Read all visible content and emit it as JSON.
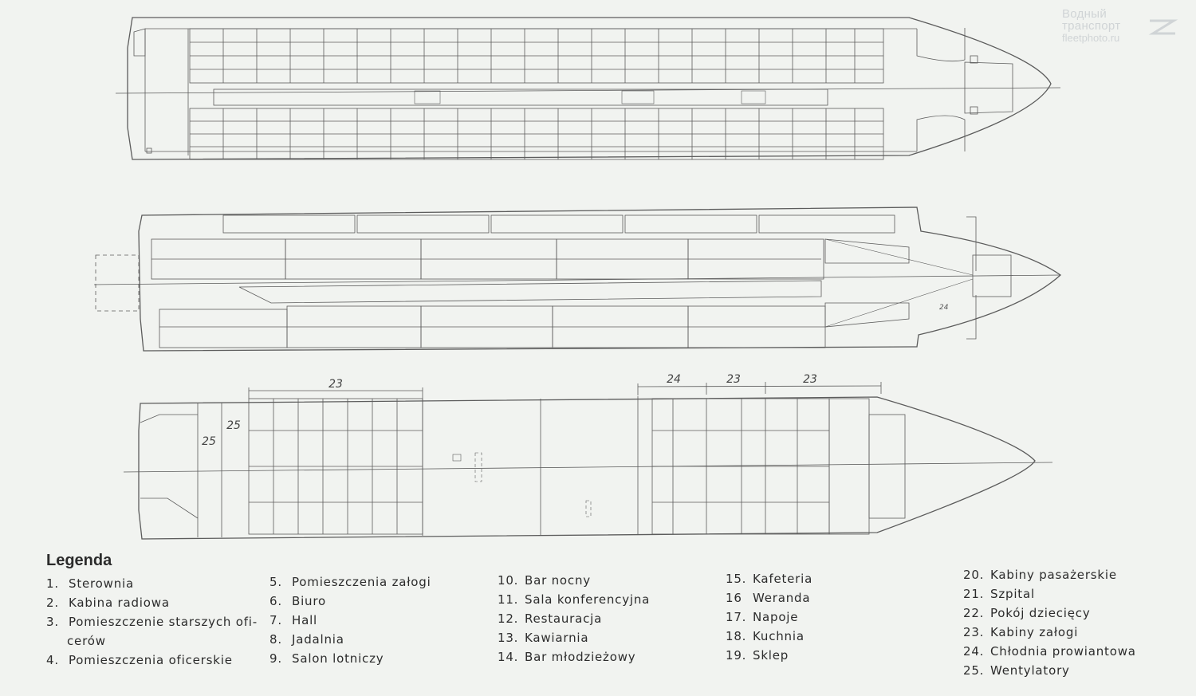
{
  "watermark": {
    "line1": "Водный",
    "line2": "транспорт",
    "site": "fleetphoto.ru"
  },
  "dimension_labels": {
    "crew_cabins_aft": "23",
    "cold_store": "24",
    "crew_cabins_fwd_1": "23",
    "crew_cabins_fwd_2": "23",
    "ventilators_1": "25",
    "ventilators_2": "25",
    "cold_store_deck2": "24"
  },
  "legend": {
    "title": "Legenda",
    "col1": [
      {
        "num": "1.",
        "text": "Sterownia"
      },
      {
        "num": "2.",
        "text": "Kabina radiowa"
      },
      {
        "num": "3.",
        "text": "Pomieszczenie starszych ofi-"
      },
      {
        "num": "",
        "text": "cerów"
      },
      {
        "num": "4.",
        "text": "Pomieszczenia oficerskie"
      }
    ],
    "col2": [
      {
        "num": "5.",
        "text": "Pomieszczenia załogi"
      },
      {
        "num": "6.",
        "text": "Biuro"
      },
      {
        "num": "7.",
        "text": "Hall"
      },
      {
        "num": "8.",
        "text": "Jadalnia"
      },
      {
        "num": "9.",
        "text": "Salon lotniczy"
      }
    ],
    "col3": [
      {
        "num": "10.",
        "text": "Bar nocny"
      },
      {
        "num": "11.",
        "text": "Sala konferencyjna"
      },
      {
        "num": "12.",
        "text": "Restauracja"
      },
      {
        "num": "13.",
        "text": "Kawiarnia"
      },
      {
        "num": "14.",
        "text": "Bar młodzieżowy"
      }
    ],
    "col4": [
      {
        "num": "15.",
        "text": "Kafeteria"
      },
      {
        "num": "16",
        "text": "Weranda"
      },
      {
        "num": "17.",
        "text": "Napoje"
      },
      {
        "num": "18.",
        "text": "Kuchnia"
      },
      {
        "num": "19.",
        "text": "Sklep"
      }
    ],
    "col5": [
      {
        "num": "20.",
        "text": "Kabiny pasażerskie"
      },
      {
        "num": "21.",
        "text": "Szpital"
      },
      {
        "num": "22.",
        "text": "Pokój dziecięcy"
      },
      {
        "num": "23.",
        "text": "Kabiny załogi"
      },
      {
        "num": "24.",
        "text": "Chłodnia prowiantowa"
      },
      {
        "num": "25.",
        "text": "Wentylatory"
      }
    ]
  },
  "colors": {
    "line": "#5c5c5c",
    "paper": "#f1f3f0",
    "watermark": "#d0d4d6"
  }
}
